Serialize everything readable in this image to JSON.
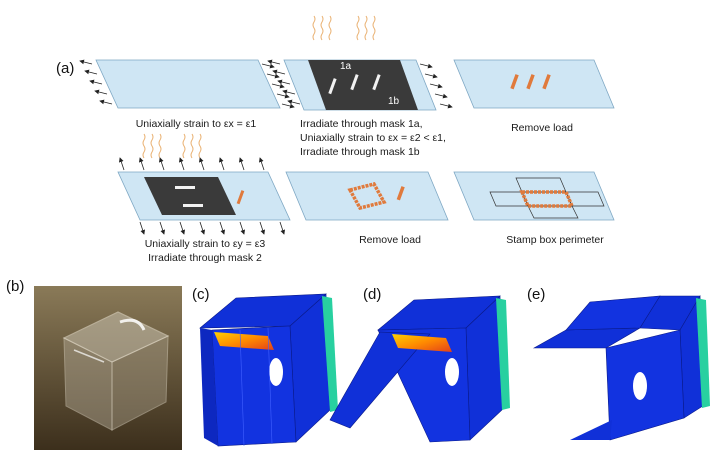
{
  "panel_labels": {
    "a": "(a)",
    "b": "(b)",
    "c": "(c)",
    "d": "(d)",
    "e": "(e)"
  },
  "mask_labels": {
    "m1a": "1a",
    "m1b": "1b"
  },
  "steps": [
    {
      "id": "s1",
      "lines": [
        "Uniaxially strain to εx = ε1"
      ]
    },
    {
      "id": "s2",
      "lines": [
        "Irradiate through mask 1a,",
        "Uniaxially strain to εx = ε2 < ε1,",
        "Irradiate through mask 1b"
      ]
    },
    {
      "id": "s3",
      "lines": [
        "Remove load"
      ]
    },
    {
      "id": "s4",
      "lines": [
        "Uniaxially strain to εy = ε3",
        "Irradiate through mask 2"
      ]
    },
    {
      "id": "s5",
      "lines": [
        "Remove load"
      ]
    },
    {
      "id": "s6",
      "lines": [
        "Stamp box perimeter"
      ]
    }
  ],
  "colors": {
    "sheet": "#cfe6f4",
    "sheet_edge": "#7fa8c4",
    "mask": "#3a3a3a",
    "hinge": "#e07a3c",
    "light": "#e9b070",
    "fem_blue": "#1030d8",
    "photo_bg": "#5a4a30"
  }
}
